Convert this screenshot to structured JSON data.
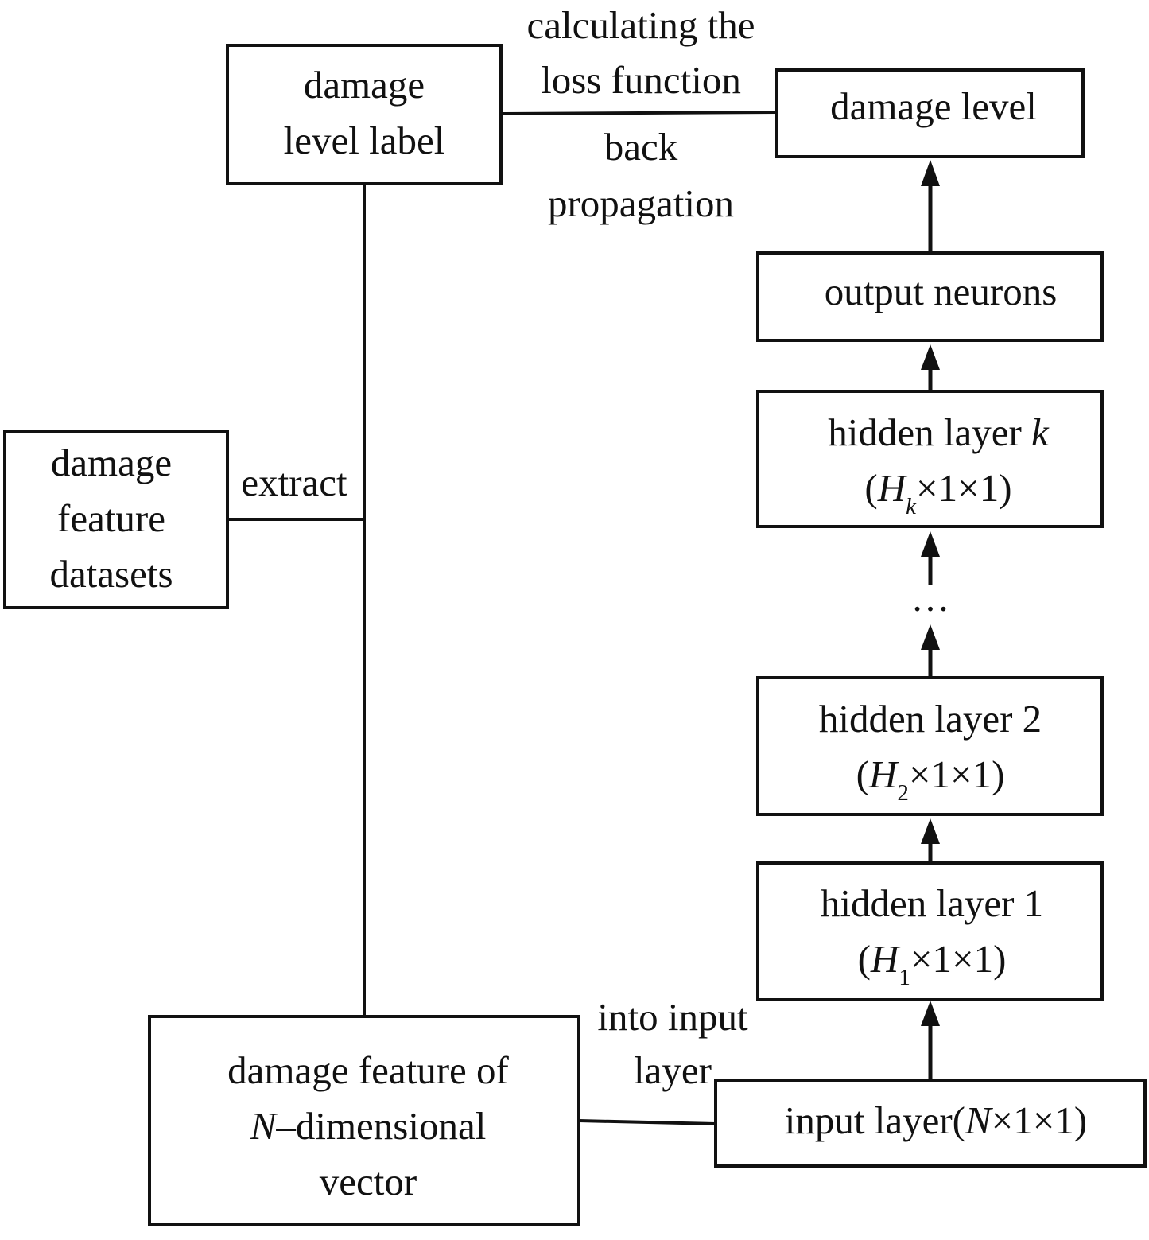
{
  "boxes": {
    "damage_level_label": [
      "damage",
      "level label"
    ],
    "damage_level": "damage level",
    "output_neurons": "output neurons",
    "hidden_k": {
      "line1": "hidden layer ",
      "line1_var": "k",
      "sym": "H",
      "sub": "k",
      "tail": "×1×1)"
    },
    "hidden_2": {
      "line1": "hidden layer 2",
      "sym": "H",
      "sub": "2",
      "tail": "×1×1)"
    },
    "hidden_1": {
      "line1": "hidden layer 1",
      "sym": "H",
      "sub": "1",
      "tail": "×1×1)"
    },
    "input_layer": {
      "prefix": "input layer(",
      "var": "N",
      "tail": "×1×1)"
    },
    "damage_feature_datasets": [
      "damage",
      "feature",
      "datasets"
    ],
    "damage_feature_vector": {
      "line1": "damage feature of",
      "var": "N",
      "line2_rest": "–dimensional",
      "line3": "vector"
    }
  },
  "labels": {
    "calculating": [
      "calculating the",
      "loss function"
    ],
    "back_propagation": [
      "back",
      "propagation"
    ],
    "extract": "extract",
    "into_input_layer": [
      "into input",
      "layer"
    ],
    "ellipsis": "…",
    "open_paren": "("
  },
  "colors": {
    "stroke": "#111111",
    "background": "#ffffff"
  }
}
